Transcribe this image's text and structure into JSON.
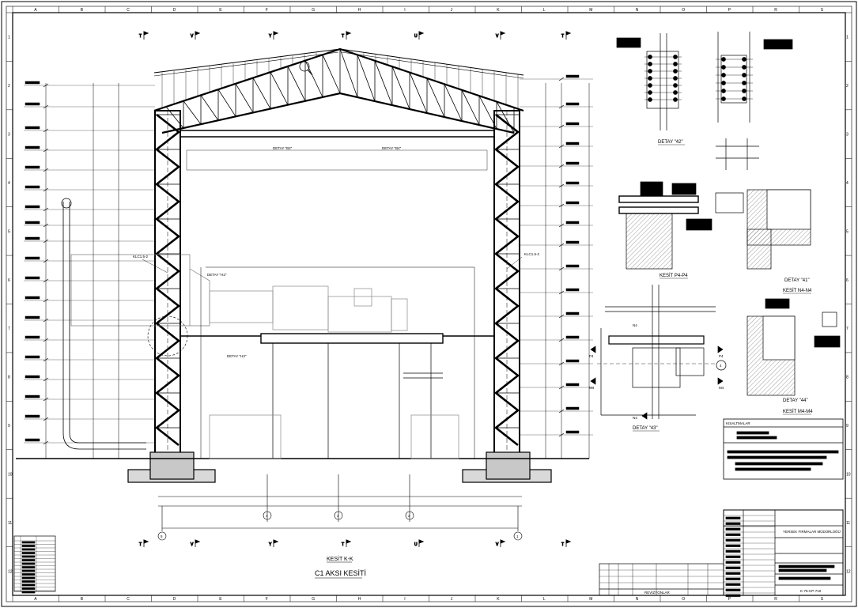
{
  "drawing": {
    "grid_top": [
      "A",
      "B",
      "C",
      "D",
      "E",
      "F",
      "G",
      "H",
      "I",
      "J",
      "K",
      "L",
      "M",
      "N",
      "O",
      "P",
      "R",
      "S"
    ],
    "grid_side": [
      "1",
      "2",
      "3",
      "4",
      "5",
      "6",
      "7",
      "8",
      "9",
      "10",
      "11",
      "12"
    ],
    "section_title": "KESİT K-K",
    "main_title": "C1 AKSI KESİTİ",
    "axis_top": [
      "T",
      "V",
      "Y",
      "T",
      "U",
      "V",
      "T"
    ],
    "axis_bottom": [
      "T",
      "V",
      "Y",
      "T",
      "U",
      "V",
      "T"
    ],
    "axis_markers": [
      "5",
      "4",
      "3",
      "2",
      "1"
    ],
    "leader_labels": {
      "detay_b2": "DETAY \"B2\"",
      "detay_b4": "DETAY \"B4\"",
      "detay_h2": "DETAY \"H2\"",
      "detay_h3": "DETAY \"H3\"",
      "klc_left": "KLC1.5-2",
      "klc_right": "KLC1.5-2"
    }
  },
  "details": {
    "d42": "DETAY \"42\"",
    "kesit_p4": "KESİT P4-P4",
    "detay_41": "DETAY \"41\"",
    "kesit_n4": "KESİT N4-N4",
    "detay_43": "DETAY \"43\"",
    "detay_44": "DETAY \"44\"",
    "kesit_m4": "KESİT M4-M4",
    "cut_p4": "P4",
    "cut_m4": "M4",
    "cut_n4": "N4",
    "cut_n4b": "N4",
    "cut_m4b": "M4",
    "cut_p4b": "P4",
    "bubble": "4"
  },
  "legend": {
    "title": "KISALTMALAR"
  },
  "title_block": {
    "org": "YERSEK FIRMALAR MÜDÜRLÜĞÜ",
    "drawing_no": "K-75-CP-710",
    "revisions": "REVİZYONLAR"
  }
}
